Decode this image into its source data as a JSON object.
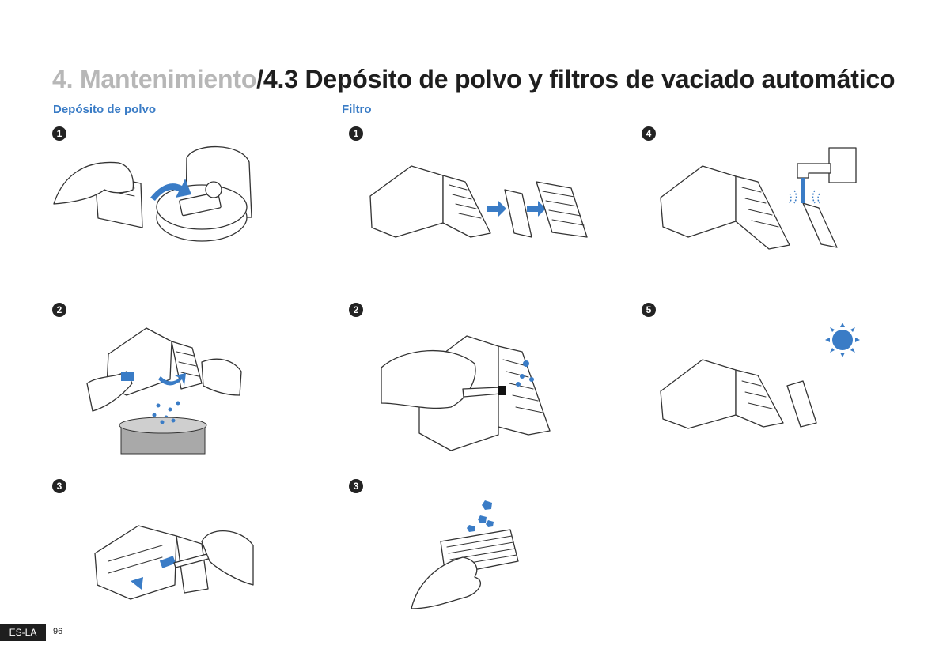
{
  "header": {
    "title_prefix": "4. Mantenimiento",
    "title_main": "/4.3 Depósito de polvo y filtros de vaciado automático"
  },
  "sections": {
    "dust_bin": "Depósito de polvo",
    "filter": "Filtro"
  },
  "steps": {
    "dust_bin": [
      "1",
      "2",
      "3"
    ],
    "filter_col1": [
      "1",
      "2",
      "3"
    ],
    "filter_col2": [
      "4",
      "5"
    ]
  },
  "icons": {
    "arrow": "blue-arrow-icon",
    "sun": "sun-icon",
    "faucet": "faucet-icon",
    "brush": "brush-icon"
  },
  "colors": {
    "accent": "#3a7cc6",
    "title_grey": "#b7b7b7",
    "title_dark": "#1e1e1e"
  },
  "footer": {
    "language": "ES-LA",
    "page": "96"
  }
}
